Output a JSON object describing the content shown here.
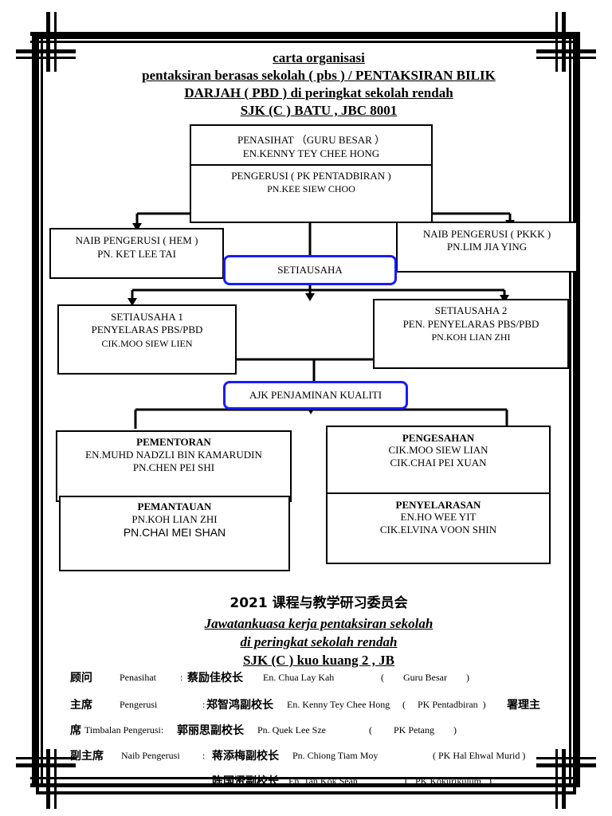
{
  "title": {
    "line1": "carta organisasi",
    "line2": "pentaksiran berasas sekolah ( pbs ) / PENTAKSIRAN BILIK",
    "line3": "DARJAH ( PBD ) di peringkat sekolah rendah",
    "line4": "SJK (C ) BATU , JBC 8001"
  },
  "chart": {
    "penasihat": {
      "role": "PENASIHAT （GURU BESAR ）",
      "name": "EN.KENNY TEY CHEE HONG"
    },
    "pengerusi": {
      "role": "PENGERUSI ( PK PENTADBIRAN )",
      "name": "PN.KEE SIEW CHOO"
    },
    "naib_hem": {
      "role": "NAIB PENGERUSI ( HEM )",
      "name": "PN. KET LEE TAI"
    },
    "naib_pkkk": {
      "role": "NAIB PENGERUSI ( PKKK )",
      "name": "PN.LIM JIA YING"
    },
    "setiausaha": "SETIAUSAHA",
    "setiausaha1": {
      "role": "SETIAUSAHA 1",
      "role2": "PENYELARAS PBS/PBD",
      "name": "CIK.MOO SIEW LIEN"
    },
    "setiausaha2": {
      "role": "SETIAUSAHA 2",
      "role2": "PEN. PENYELARAS PBS/PBD",
      "name": "PN.KOH LIAN ZHI"
    },
    "ajk": "AJK PENJAMINAN KUALITI",
    "pementoran": {
      "role": "PEMENTORAN",
      "name1": "EN.MUHD NADZLI BIN KAMARUDIN",
      "name2": "PN.CHEN PEI SHI"
    },
    "pemantauan": {
      "role": "PEMANTAUAN",
      "name1": "PN.KOH LIAN ZHI",
      "name2": "PN.CHAI MEI SHAN"
    },
    "pengesahan": {
      "role": "PENGESAHAN",
      "name1": "CIK.MOO SIEW LIAN",
      "name2": "CIK.CHAI PEI XUAN"
    },
    "penyelarasan": {
      "role": "PENYELARASAN",
      "name1": "EN.HO WEE YIT",
      "name2": "CIK.ELVINA VOON SHIN"
    }
  },
  "committee": {
    "heading1": "2021 课程与教学研习委员会",
    "heading2": "Jawatankuasa kerja pentaksiran sekolah",
    "heading3": "di peringkat sekolah rendah",
    "heading4": "SJK (C ) kuo kuang 2 , JB",
    "rows": [
      {
        "cn": "顾问",
        "role": "Penasihat",
        "sep": ":",
        "cn_name": "蔡励佳校长",
        "name": "En. Chua Lay Kah",
        "post": "(        Guru Besar        )",
        "extra": ""
      },
      {
        "cn": "主席",
        "role": "Pengerusi",
        "sep": ":",
        "cn_name": "郑智鸿副校长",
        "name": "En. Kenny Tey Chee Hong",
        "post": "(     PK Pentadbiran  )",
        "extra": "署理主"
      },
      {
        "cn": "席",
        "role": "Timbalan Pengerusi:",
        "sep": "",
        "cn_name": "郭丽思副校长",
        "name": "Pn. Quek Lee Sze",
        "post": "(         PK Petang        )",
        "extra": ""
      },
      {
        "cn": "副主席",
        "role": "Naib Pengerusi",
        "sep": ":",
        "cn_name": "蒋添梅副校长",
        "name": "Pn. Chiong Tiam Moy",
        "post": "( PK Hal Ehwal Murid )",
        "extra": ""
      },
      {
        "cn": "",
        "role": "",
        "sep": "",
        "cn_name": "陈国贤副校长",
        "name": "En. Tan Kok Sean",
        "post": "(   PK Kokurikulum   )",
        "extra": ""
      }
    ]
  }
}
